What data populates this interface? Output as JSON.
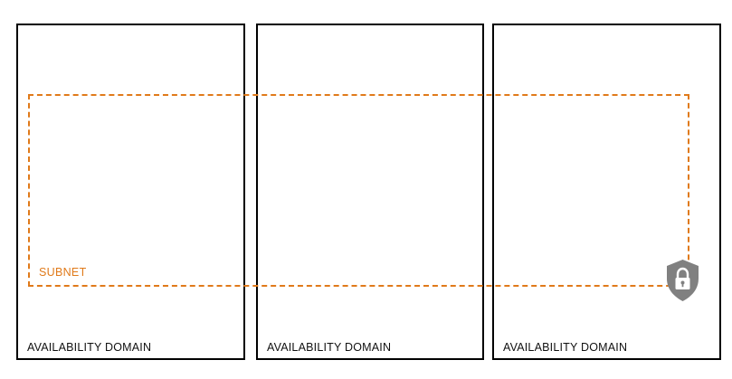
{
  "availability_domains": [
    {
      "label": "AVAILABILITY DOMAIN"
    },
    {
      "label": "AVAILABILITY DOMAIN"
    },
    {
      "label": "AVAILABILITY DOMAIN"
    }
  ],
  "subnet": {
    "label": "SUBNET",
    "color": "#e07a1a",
    "icon": "security-lock-shield-icon"
  },
  "colors": {
    "border": "#000000",
    "shield": "#808080"
  }
}
